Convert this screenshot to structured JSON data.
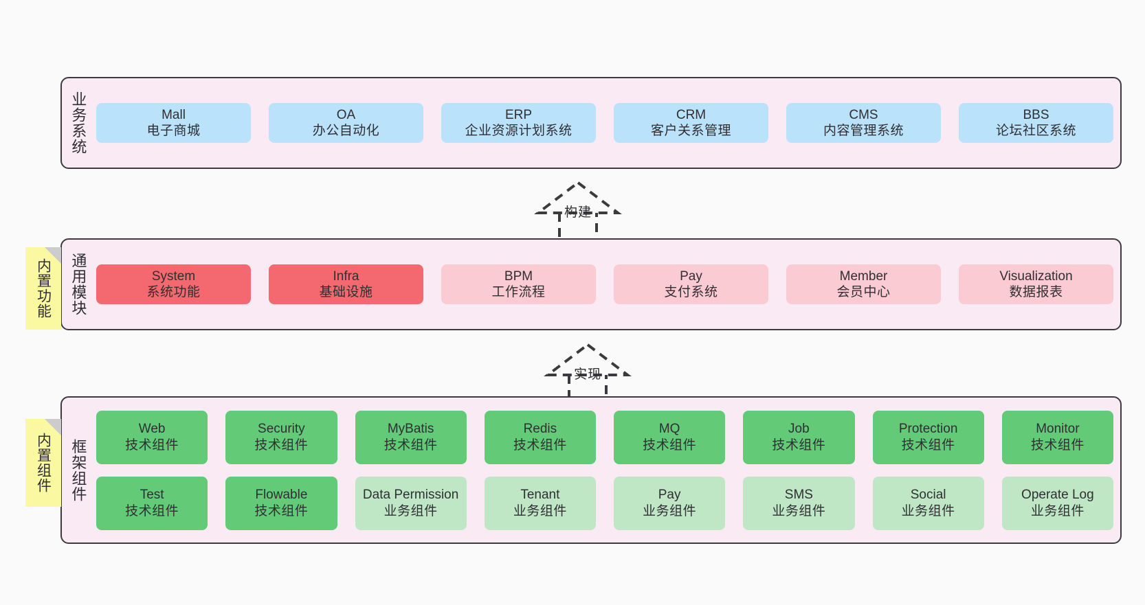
{
  "diagram": {
    "background_color": "#fafafa",
    "layer_fill": "#f9eaf4",
    "layer_border": "#3b3b3f",
    "note_fill": "#fbf8a2",
    "note_fold": "#cccccc"
  },
  "notes": [
    {
      "id": "builtin-features",
      "label": "内置功能"
    },
    {
      "id": "builtin-components",
      "label": "内置组件"
    }
  ],
  "connectors": [
    {
      "id": "build",
      "label": "构建",
      "style": "dashed-hollow-triangle-up"
    },
    {
      "id": "implement",
      "label": "实现",
      "style": "dashed-hollow-triangle-up"
    }
  ],
  "layers": [
    {
      "id": "business-systems",
      "title": "业务系统",
      "rows": [
        {
          "cards": [
            {
              "en": "Mall",
              "cn": "电子商城",
              "color": "#bbe2fb",
              "style": "c-blue"
            },
            {
              "en": "OA",
              "cn": "办公自动化",
              "color": "#bbe2fb",
              "style": "c-blue"
            },
            {
              "en": "ERP",
              "cn": "企业资源计划系统",
              "color": "#bbe2fb",
              "style": "c-blue"
            },
            {
              "en": "CRM",
              "cn": "客户关系管理",
              "color": "#bbe2fb",
              "style": "c-blue"
            },
            {
              "en": "CMS",
              "cn": "内容管理系统",
              "color": "#bbe2fb",
              "style": "c-blue"
            },
            {
              "en": "BBS",
              "cn": "论坛社区系统",
              "color": "#bbe2fb",
              "style": "c-blue"
            }
          ]
        }
      ]
    },
    {
      "id": "common-modules",
      "title": "通用模块",
      "rows": [
        {
          "cards": [
            {
              "en": "System",
              "cn": "系统功能",
              "color": "#f4696f",
              "style": "c-red"
            },
            {
              "en": "Infra",
              "cn": "基础设施",
              "color": "#f4696f",
              "style": "c-red"
            },
            {
              "en": "BPM",
              "cn": "工作流程",
              "color": "#fbcbd3",
              "style": "c-pink"
            },
            {
              "en": "Pay",
              "cn": "支付系统",
              "color": "#fbcbd3",
              "style": "c-pink"
            },
            {
              "en": "Member",
              "cn": "会员中心",
              "color": "#fbcbd3",
              "style": "c-pink"
            },
            {
              "en": "Visualization",
              "cn": "数据报表",
              "color": "#fbcbd3",
              "style": "c-pink"
            }
          ]
        }
      ]
    },
    {
      "id": "framework-components",
      "title": "框架组件",
      "rows": [
        {
          "cards": [
            {
              "en": "Web",
              "cn": "技术组件",
              "color": "#63ca78",
              "style": "c-green"
            },
            {
              "en": "Security",
              "cn": "技术组件",
              "color": "#63ca78",
              "style": "c-green"
            },
            {
              "en": "MyBatis",
              "cn": "技术组件",
              "color": "#63ca78",
              "style": "c-green"
            },
            {
              "en": "Redis",
              "cn": "技术组件",
              "color": "#63ca78",
              "style": "c-green"
            },
            {
              "en": "MQ",
              "cn": "技术组件",
              "color": "#63ca78",
              "style": "c-green"
            },
            {
              "en": "Job",
              "cn": "技术组件",
              "color": "#63ca78",
              "style": "c-green"
            },
            {
              "en": "Protection",
              "cn": "技术组件",
              "color": "#63ca78",
              "style": "c-green"
            },
            {
              "en": "Monitor",
              "cn": "技术组件",
              "color": "#63ca78",
              "style": "c-green"
            }
          ]
        },
        {
          "cards": [
            {
              "en": "Test",
              "cn": "技术组件",
              "color": "#63ca78",
              "style": "c-green"
            },
            {
              "en": "Flowable",
              "cn": "技术组件",
              "color": "#63ca78",
              "style": "c-green"
            },
            {
              "en": "Data Permission",
              "cn": "业务组件",
              "color": "#bfe7c6",
              "style": "c-lgreen"
            },
            {
              "en": "Tenant",
              "cn": "业务组件",
              "color": "#bfe7c6",
              "style": "c-lgreen"
            },
            {
              "en": "Pay",
              "cn": "业务组件",
              "color": "#bfe7c6",
              "style": "c-lgreen"
            },
            {
              "en": "SMS",
              "cn": "业务组件",
              "color": "#bfe7c6",
              "style": "c-lgreen"
            },
            {
              "en": "Social",
              "cn": "业务组件",
              "color": "#bfe7c6",
              "style": "c-lgreen"
            },
            {
              "en": "Operate Log",
              "cn": "业务组件",
              "color": "#bfe7c6",
              "style": "c-lgreen"
            }
          ]
        }
      ]
    }
  ]
}
